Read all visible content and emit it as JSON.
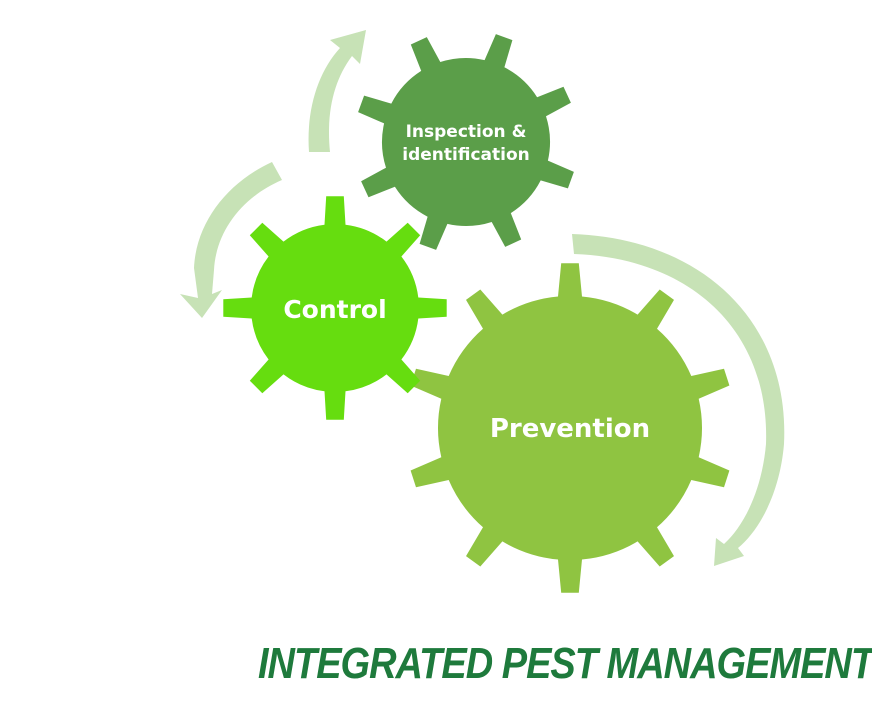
{
  "gears": {
    "inspection": {
      "label_line1": "Inspection &",
      "label_line2": "identification",
      "color": "#5b9e49"
    },
    "control": {
      "label": "Control",
      "color": "#66dd0f"
    },
    "prevention": {
      "label": "Prevention",
      "color": "#8fc441"
    }
  },
  "arrows": {
    "color": "#c7e2b6"
  },
  "title": "INTEGRATED PEST MANAGEMENT",
  "title_color": "#1e7a3c"
}
